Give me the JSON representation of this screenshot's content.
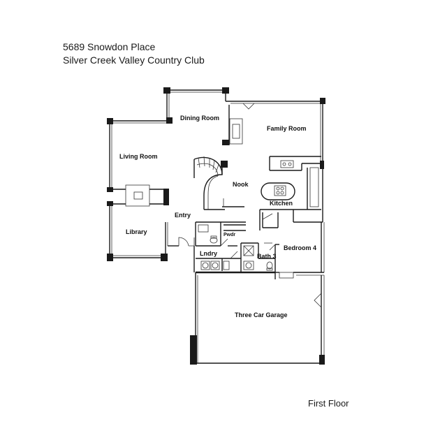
{
  "header": {
    "address": "5689 Snowdon Place",
    "community": "Silver Creek Valley Country Club"
  },
  "floor_label": "First Floor",
  "rooms": {
    "dining_room": "Dining Room",
    "family_room": "Family Room",
    "living_room": "Living Room",
    "nook": "Nook",
    "kitchen": "Kitchen",
    "entry": "Entry",
    "library": "Library",
    "powder": "Pwdr",
    "laundry": "Lndry",
    "bath_3": "Bath 3",
    "bedroom_4": "Bedroom 4",
    "garage": "Three Car Garage"
  }
}
